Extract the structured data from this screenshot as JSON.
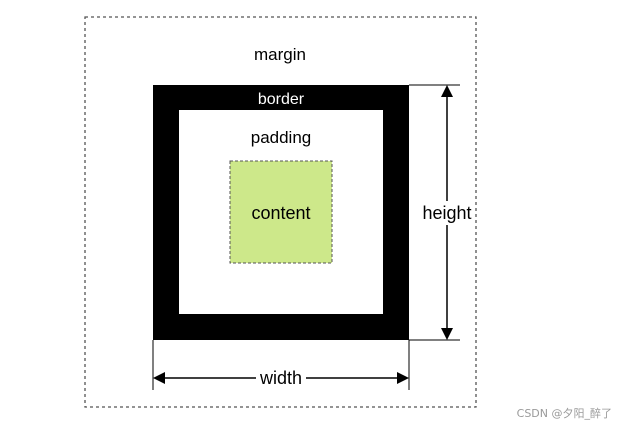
{
  "diagram": {
    "margin_label": "margin",
    "border_label": "border",
    "padding_label": "padding",
    "content_label": "content",
    "height_label": "height",
    "width_label": "width"
  },
  "colors": {
    "border_fill": "#000000",
    "content_fill": "#cde88a",
    "dashed_outline": "#555555",
    "border_label": "#ffffff"
  },
  "watermark": "CSDN @夕阳_醉了"
}
